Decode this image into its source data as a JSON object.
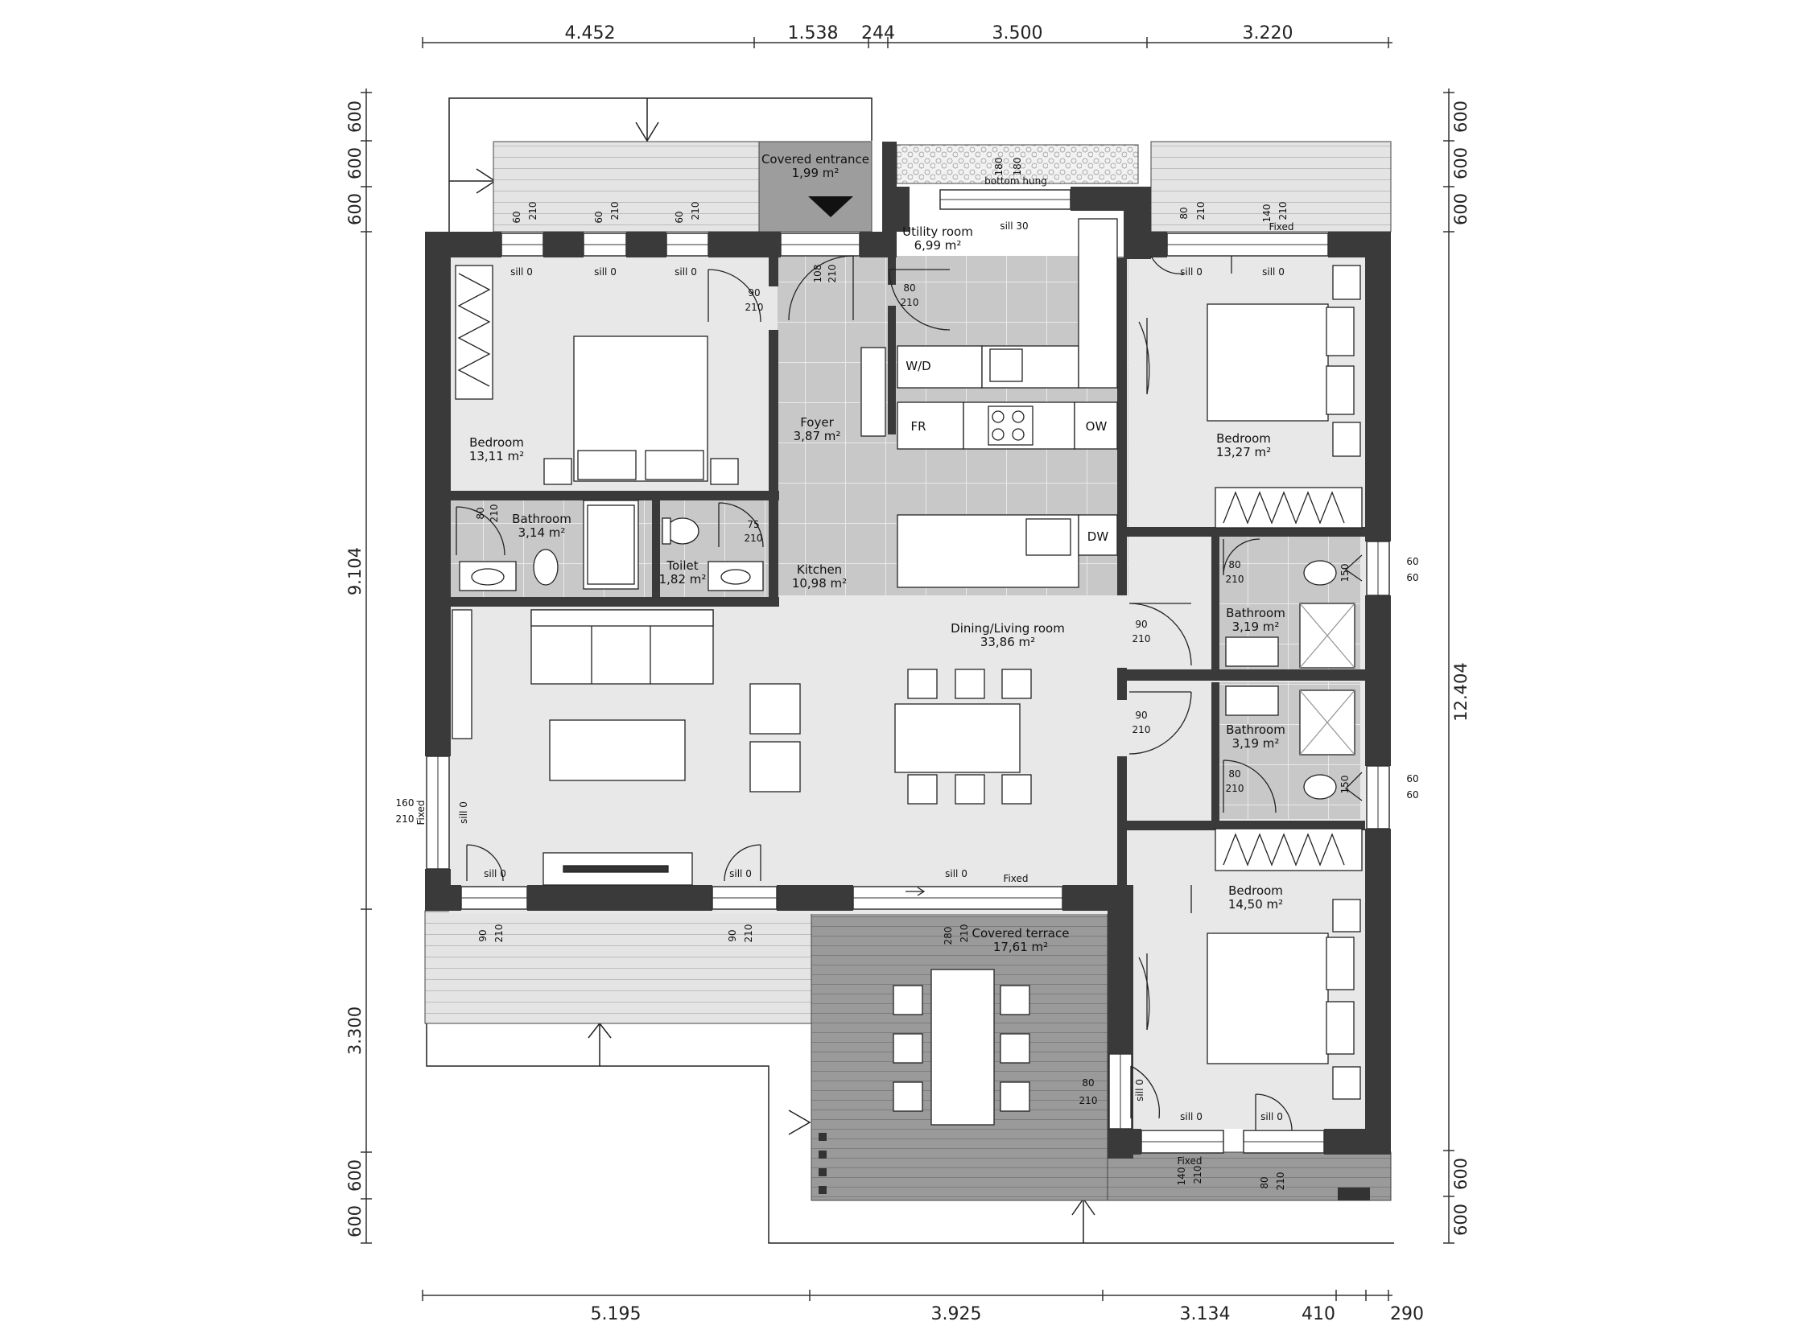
{
  "dimensions": {
    "top": [
      "4.452",
      "1.538",
      "244",
      "3.500",
      "3.220"
    ],
    "bottom": [
      "5.195",
      "3.925",
      "3.134",
      "410",
      "290"
    ],
    "left": [
      "600",
      "600",
      "600",
      "9.104",
      "3.300",
      "600",
      "600"
    ],
    "right": [
      "600",
      "600",
      "600",
      "12.404",
      "600",
      "600"
    ]
  },
  "rooms": {
    "covered_entrance": {
      "name": "Covered entrance",
      "area": "1,99 m²"
    },
    "utility_room": {
      "name": "Utility room",
      "area": "6,99 m²"
    },
    "bedroom_1": {
      "name": "Bedroom",
      "area": "13,11 m²"
    },
    "bedroom_2": {
      "name": "Bedroom",
      "area": "13,27 m²"
    },
    "bedroom_3": {
      "name": "Bedroom",
      "area": "14,50 m²"
    },
    "foyer": {
      "name": "Foyer",
      "area": "3,87 m²"
    },
    "bathroom_1": {
      "name": "Bathroom",
      "area": "3,14 m²"
    },
    "toilet": {
      "name": "Toilet",
      "area": "1,82 m²"
    },
    "kitchen": {
      "name": "Kitchen",
      "area": "10,98 m²"
    },
    "bathroom_2": {
      "name": "Bathroom",
      "area": "3,19 m²"
    },
    "bathroom_3": {
      "name": "Bathroom",
      "area": "3,19 m²"
    },
    "dining_living": {
      "name": "Dining/Living room",
      "area": "33,86 m²"
    },
    "covered_terrace": {
      "name": "Covered terrace",
      "area": "17,61 m²"
    }
  },
  "appliances": {
    "wd": "W/D",
    "fr": "FR",
    "ow": "OW",
    "dw": "DW"
  },
  "notes": {
    "bottom_hung": "bottom hung",
    "sill_30": "sill 30",
    "sill_0": "sill 0",
    "fixed": "Fixed"
  },
  "openings": {
    "o60": "60",
    "o80": "80",
    "o90": "90",
    "o75": "75",
    "o108": "108",
    "o140": "140",
    "o160": "160",
    "o180": "180",
    "o280": "280",
    "o150": "150",
    "h210": "210"
  }
}
